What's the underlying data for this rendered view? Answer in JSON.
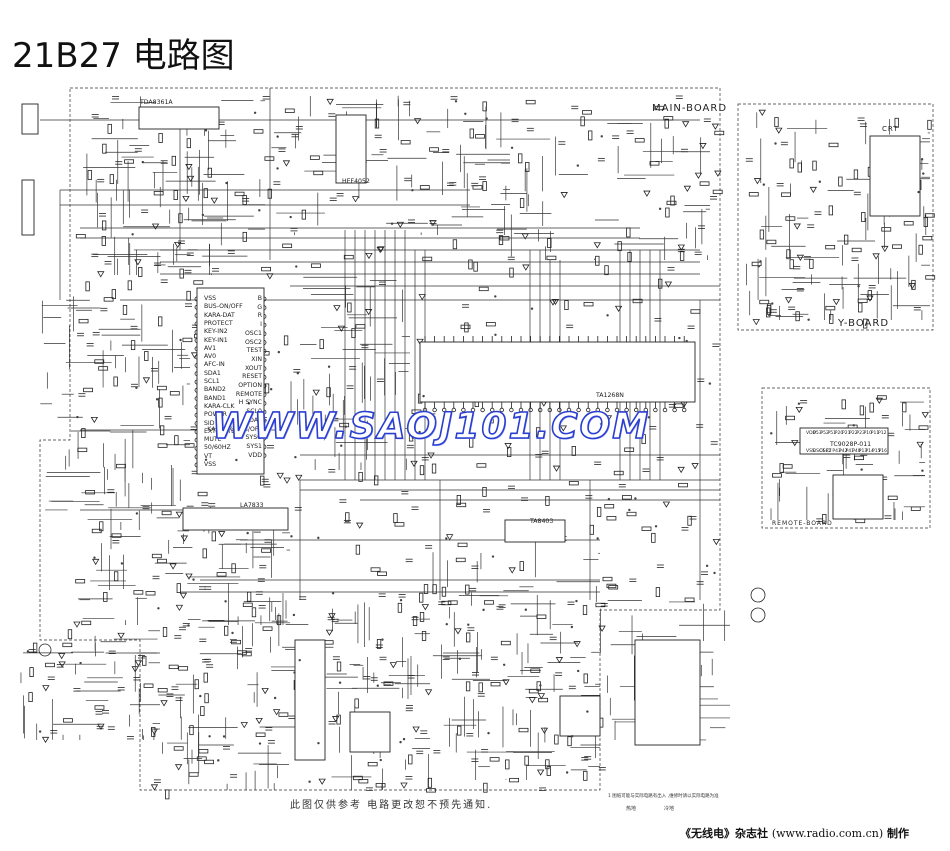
{
  "title": "21B27 电路图",
  "boards": {
    "main": "MAIN-BOARD",
    "y": "Y-BOARD",
    "remote": "REMOTE-BOARD"
  },
  "crt_label": "CRT",
  "watermark": "WWW.SAOJ101.COM",
  "notice": "此图仅供参考 电路更改恕不预先通知.",
  "legend": {
    "note": "1  图纸可能与实际电路有出入 ,维修时请以实际电路为准",
    "symbol_a": "热地",
    "symbol_b": "冷地"
  },
  "footer": {
    "magazine": "《无线电》杂志社",
    "url": "(www.radio.com.cn)",
    "suffix": "制作"
  },
  "mcu_left_pins": [
    "VSS",
    "BUS-ON/OFF",
    "KARA-DAT",
    "PROTECT",
    "KEY-IN2",
    "KEY-IN1",
    "AV1",
    "AV0",
    "AFC-IN",
    "SDA1",
    "SCL1",
    "BAND2",
    "BAND1",
    "KARA-CLK",
    "POWER",
    "SID",
    "EXT-MUTE",
    "MUTE",
    "50/60HZ",
    "VT",
    "VSS"
  ],
  "mcu_right_pins": [
    "B",
    "G",
    "R",
    "I",
    "OSC1",
    "OSC2",
    "TEST",
    "XIN",
    "XOUT",
    "RESET",
    "OPTION",
    "REMOTE",
    "H SYNC",
    "SCL0",
    "SDA0",
    "KARAOKE ON/OFF",
    "SYSO",
    "SYS1",
    "VDD"
  ],
  "remote_ic_top": [
    "VDD",
    "P53",
    "P52",
    "P51",
    "P20",
    "P21",
    "P22",
    "P23",
    "P10",
    "P11",
    "P12"
  ],
  "remote_ic_bottom": [
    "VSS",
    "OSC1",
    "OSC2",
    "RT",
    "P43",
    "P42",
    "P41",
    "P40",
    "P13",
    "P14",
    "P15",
    "P16"
  ],
  "ic_labels": {
    "ic701": "TDA8361A",
    "ic201": "HEF4052",
    "ic101": "TA1268N",
    "ic401": "LA7833",
    "remote_ic": "TC9028P-011",
    "ic601": "TA8403"
  },
  "colors": {
    "ink": "#222222",
    "watermark": "#2a3fd0"
  }
}
